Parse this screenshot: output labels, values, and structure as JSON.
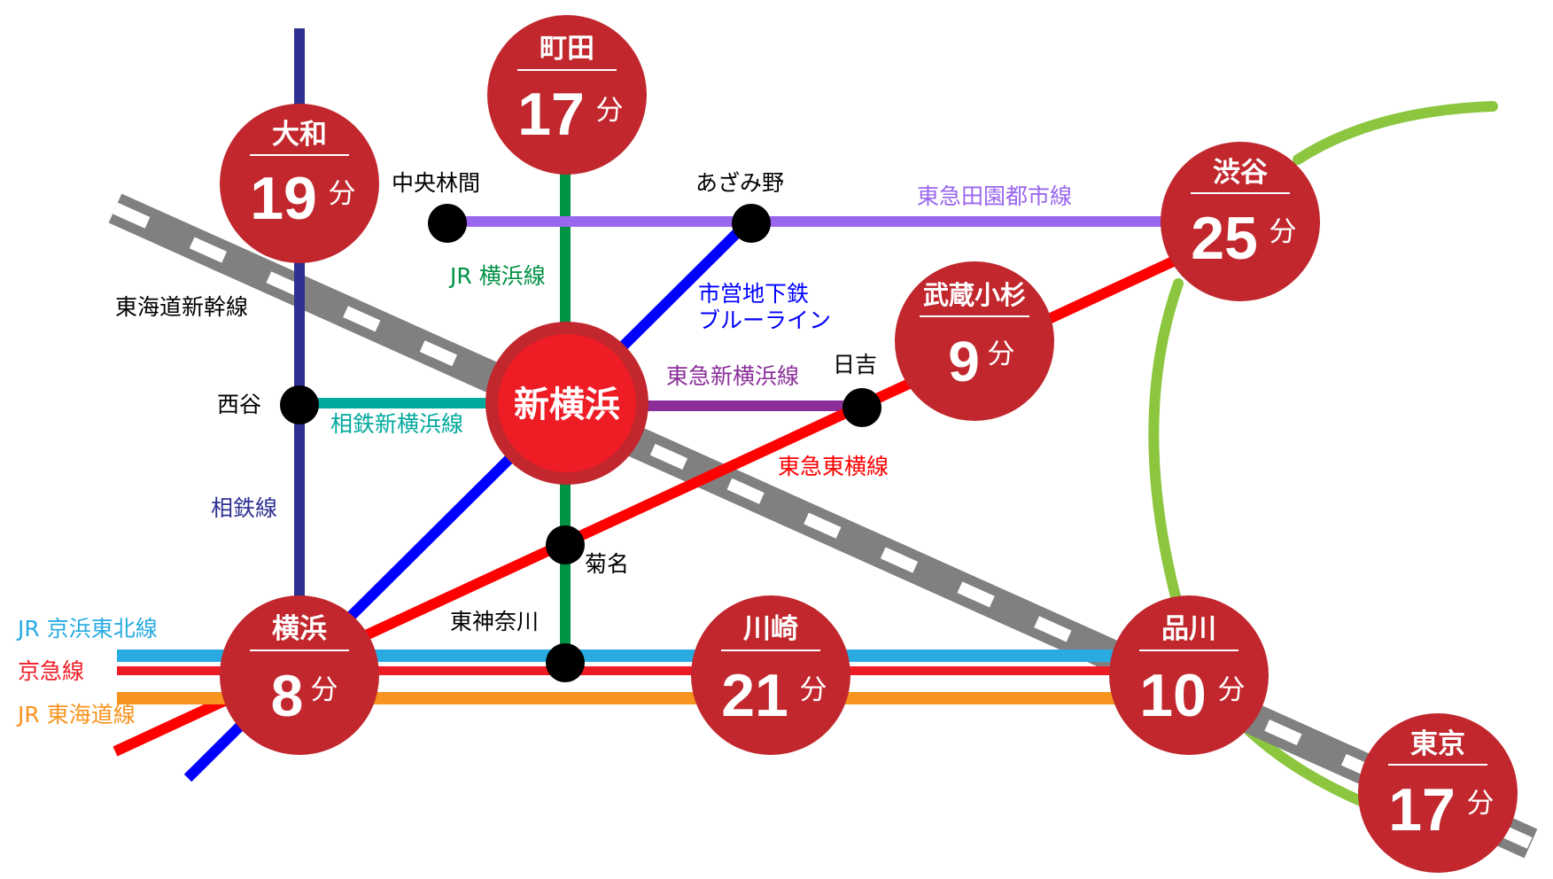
{
  "colors": {
    "station_fill": "#c1272d",
    "hub_outer": "#c1272d",
    "hub_inner": "#ee1c25",
    "shinkansen_gray": "#808080",
    "sotetsu": "#2e3192",
    "jr_yokohama": "#009245",
    "blue_line": "#0000ff",
    "denentoshi": "#9966ee",
    "shinyokohama_line": "#8b2e9a",
    "sotetsu_shinyokohama": "#00a99d",
    "toyoko": "#ff0000",
    "keihin_tohoku": "#29abe2",
    "keikyu": "#ed1c24",
    "tokaido": "#f7931e",
    "yamanote": "#8cc63f"
  },
  "hub": {
    "name": "新横浜"
  },
  "stations": {
    "yamato": {
      "name": "大和",
      "minutes": "19",
      "unit": "分"
    },
    "machida": {
      "name": "町田",
      "minutes": "17",
      "unit": "分"
    },
    "shibuya": {
      "name": "渋谷",
      "minutes": "25",
      "unit": "分"
    },
    "musashikosugi": {
      "name": "武蔵小杉",
      "minutes": "9",
      "unit": "分"
    },
    "yokohama": {
      "name": "横浜",
      "minutes": "8",
      "unit": "分"
    },
    "kawasaki": {
      "name": "川崎",
      "minutes": "21",
      "unit": "分"
    },
    "shinagawa": {
      "name": "品川",
      "minutes": "10",
      "unit": "分"
    },
    "tokyo": {
      "name": "東京",
      "minutes": "17",
      "unit": "分"
    }
  },
  "stops": {
    "chuorinkan": "中央林間",
    "azamino": "あざみ野",
    "nishiya": "西谷",
    "hiyoshi": "日吉",
    "kikuna": "菊名",
    "higashikanagawa": "東神奈川"
  },
  "lines": {
    "tokaido_shinkansen": "東海道新幹線",
    "jr_yokohama": "JR 横浜線",
    "blue_line": [
      "市営地下鉄",
      "ブルーライン"
    ],
    "denentoshi": "東急田園都市線",
    "tokyu_shinyokohama": "東急新横浜線",
    "sotetsu_shinyokohama": "相鉄新横浜線",
    "sotetsu": "相鉄線",
    "toyoko": "東急東横線",
    "keihin_tohoku": "JR 京浜東北線",
    "keikyu": "京急線",
    "tokaido": "JR 東海道線"
  }
}
